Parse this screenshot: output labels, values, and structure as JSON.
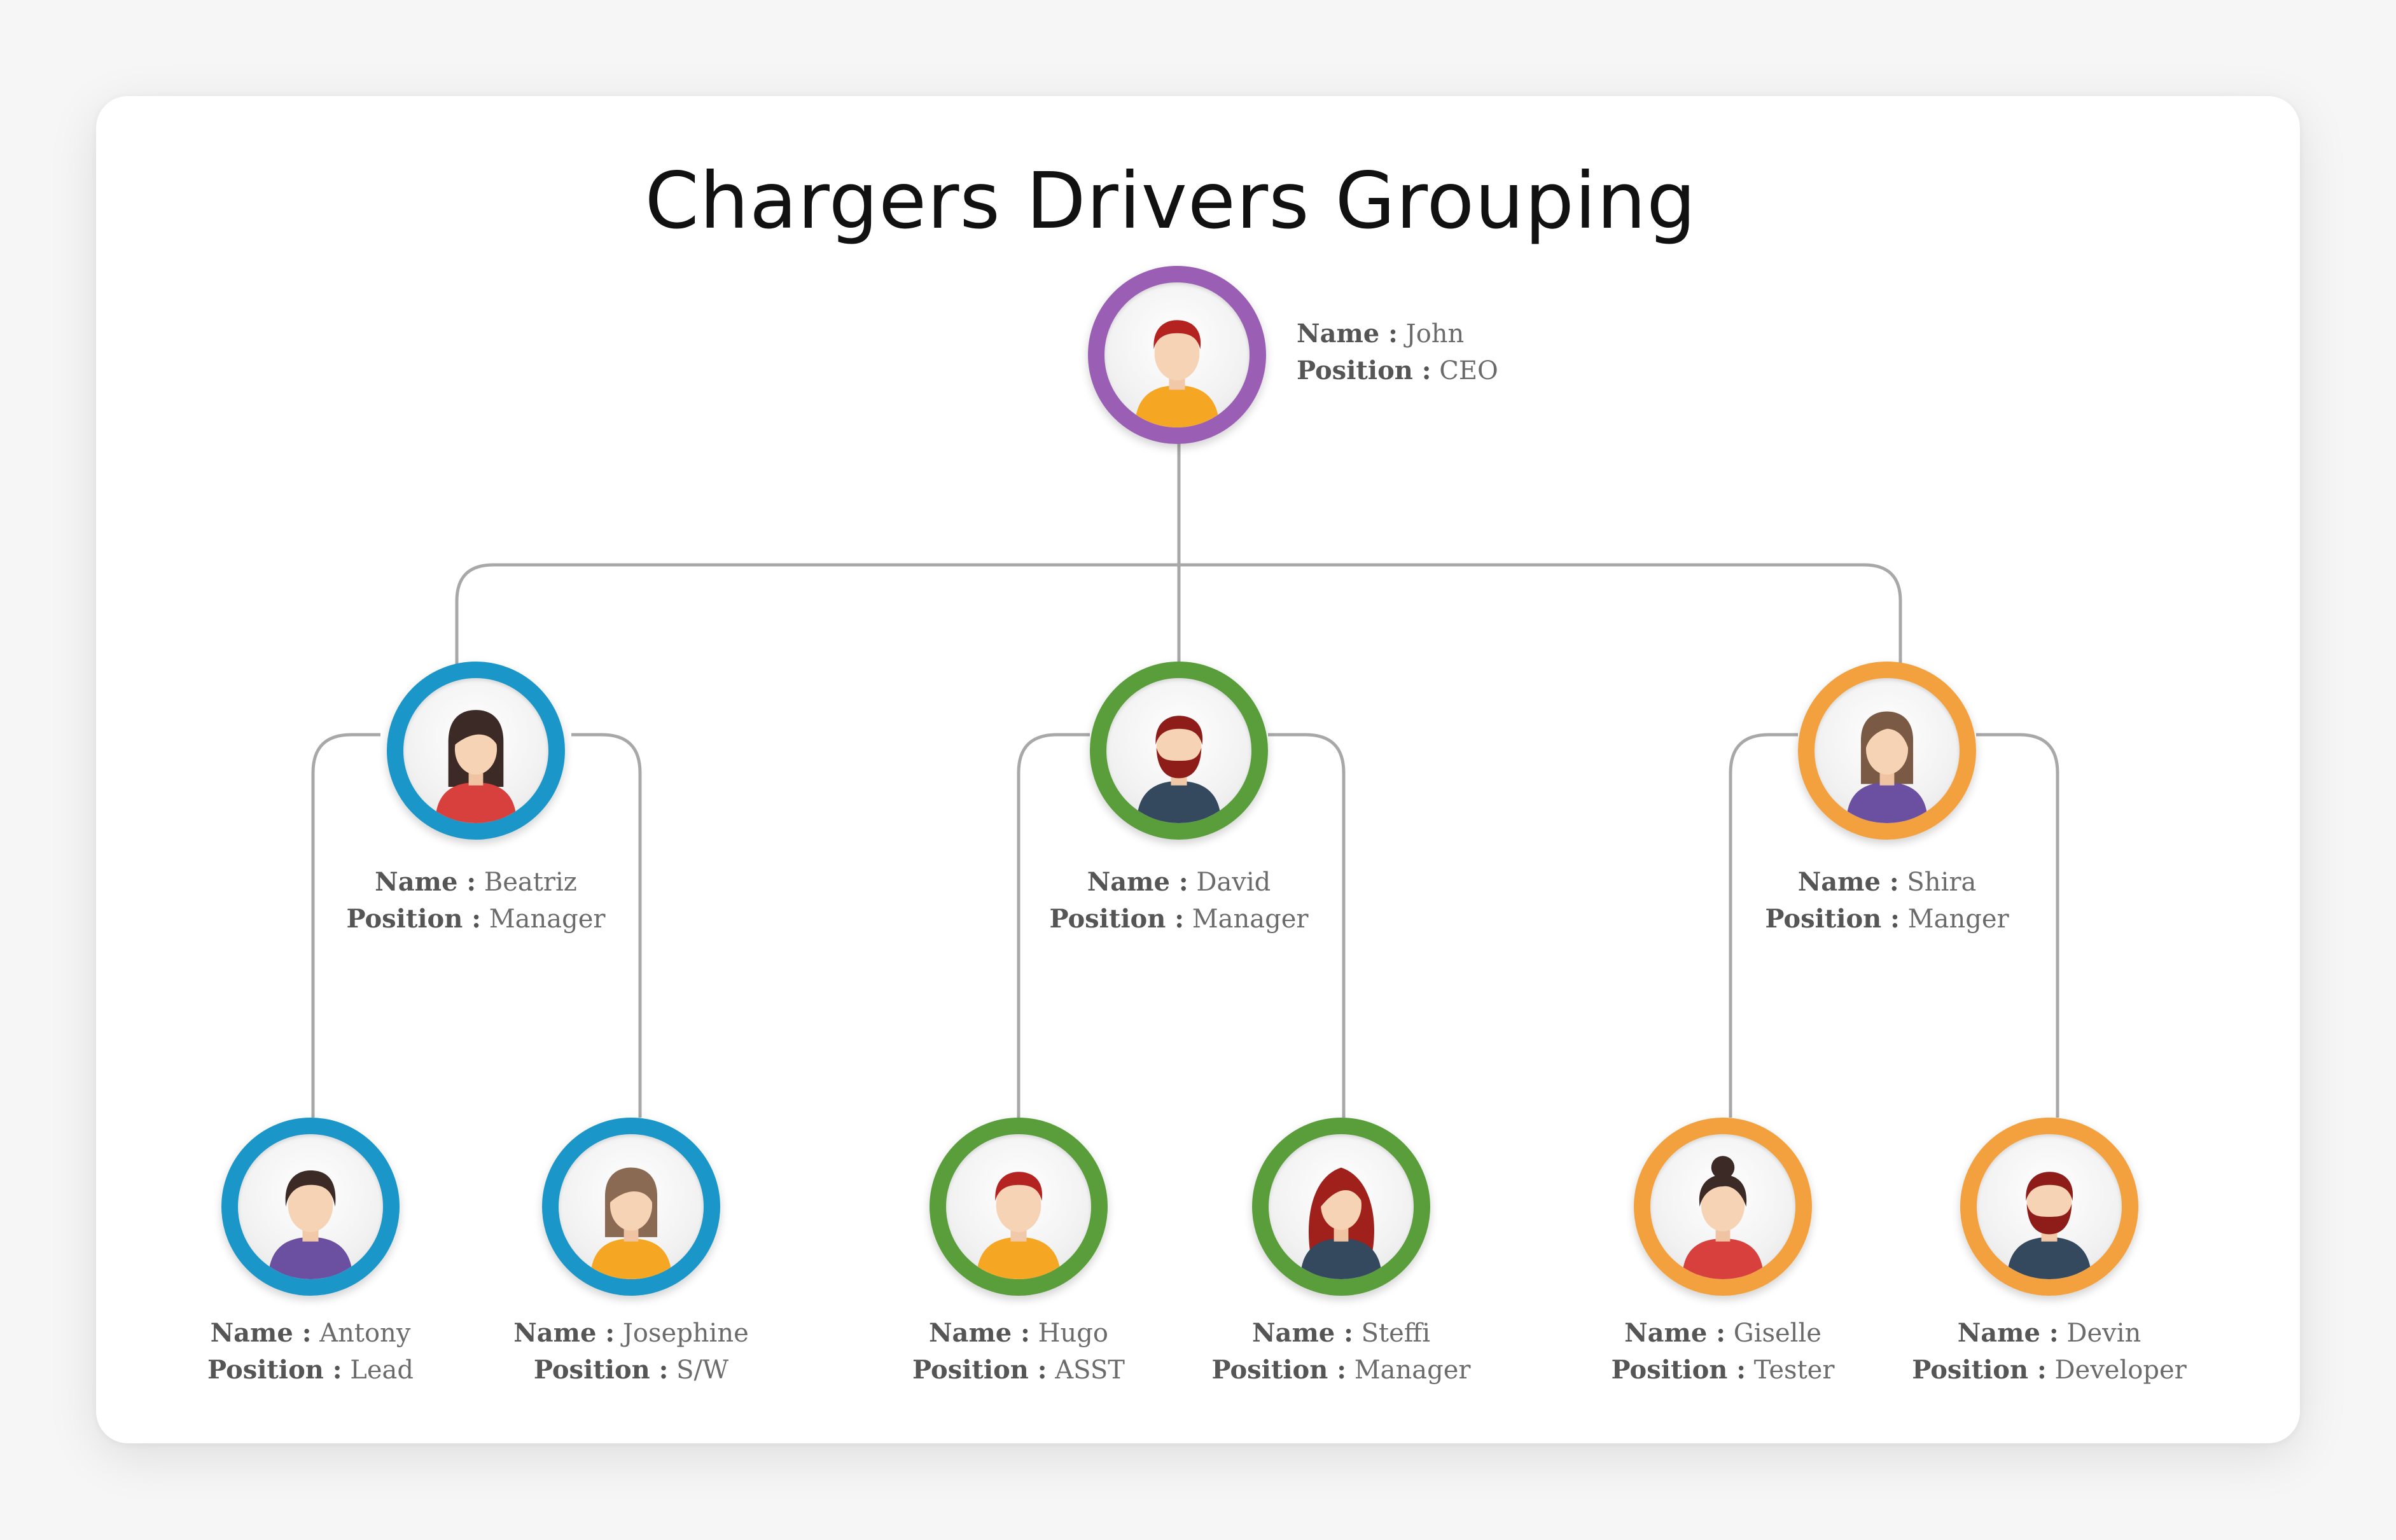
{
  "title": "Chargers Drivers Grouping",
  "labels": {
    "name": "Name :",
    "position": "Position :"
  },
  "colors": {
    "purple": "#9a5fb5",
    "blue": "#1a96c8",
    "green": "#5a9e3c",
    "orange": "#f2a13e",
    "connector": "#a8a8a8"
  },
  "people": {
    "john": {
      "name": "John",
      "position": "CEO",
      "ring": "purple",
      "avatar": "man-orange-shirt-avatar"
    },
    "beatriz": {
      "name": "Beatriz",
      "position": "Manager",
      "ring": "blue",
      "avatar": "woman-red-shirt-avatar"
    },
    "david": {
      "name": "David",
      "position": "Manager",
      "ring": "green",
      "avatar": "bearded-man-avatar"
    },
    "shira": {
      "name": "Shira",
      "position": "Manger",
      "ring": "orange",
      "avatar": "woman-purple-shirt-avatar"
    },
    "antony": {
      "name": "Antony",
      "position": "Lead",
      "ring": "blue",
      "avatar": "man-purple-shirt-avatar"
    },
    "josephine": {
      "name": "Josephine",
      "position": "S/W",
      "ring": "blue",
      "avatar": "woman-yellow-shirt-avatar"
    },
    "hugo": {
      "name": "Hugo",
      "position": "ASST",
      "ring": "green",
      "avatar": "man-orange-shirt-avatar"
    },
    "steffi": {
      "name": "Steffi",
      "position": "Manager",
      "ring": "green",
      "avatar": "woman-long-red-hair-avatar"
    },
    "giselle": {
      "name": "Giselle",
      "position": "Tester",
      "ring": "orange",
      "avatar": "woman-bun-avatar"
    },
    "devin": {
      "name": "Devin",
      "position": "Developer",
      "ring": "orange",
      "avatar": "bearded-man-avatar"
    }
  }
}
